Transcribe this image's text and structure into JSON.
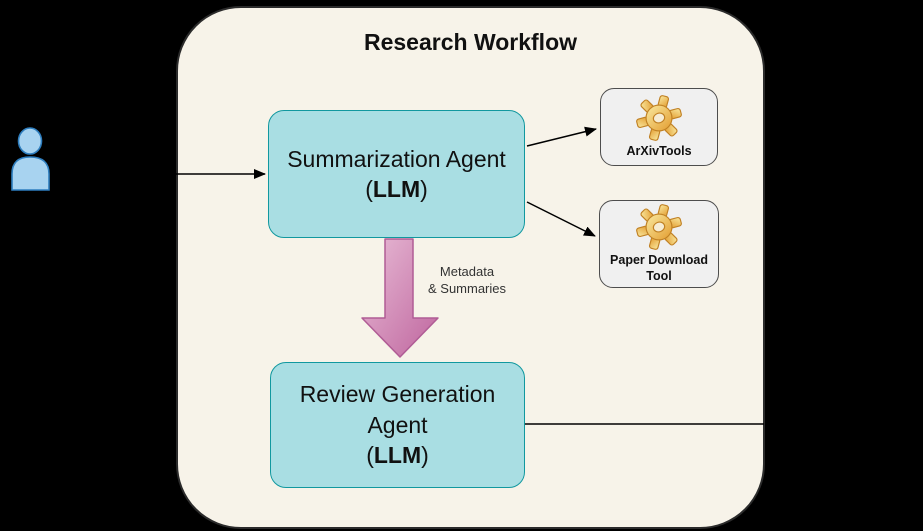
{
  "colors": {
    "background": "#000000",
    "container_fill": "#f7f3e9",
    "container_border": "#2b2b2b",
    "agent_fill": "#a9dee3",
    "agent_border": "#11989f",
    "tool_fill": "#f0f0f0",
    "tool_border": "#4d4d4d",
    "arrow_pink_light": "#e8bcd6",
    "arrow_pink_dark": "#bf659e",
    "arrow_pink_border": "#b05c95",
    "user_fill": "#a8d3f0",
    "user_border": "#2e7ebf",
    "gear_gold_light": "#f9e9a0",
    "gear_gold_dark": "#e39c2f",
    "connector": "#000000",
    "text": "#111111"
  },
  "diagram": {
    "title": "Research Workflow",
    "nodes": {
      "summarization_agent": {
        "title": "Summarization Agent",
        "subtitle_open": "(",
        "subtitle_bold": "LLM",
        "subtitle_close": ")"
      },
      "review_agent": {
        "title_line1": "Review Generation",
        "title_line2": "Agent",
        "subtitle_open": "(",
        "subtitle_bold": "LLM",
        "subtitle_close": ")"
      },
      "arxiv_tools": {
        "label": "ArXivTools",
        "icon": "gear-icon"
      },
      "paper_download_tool": {
        "label_line1": "Paper Download",
        "label_line2": "Tool",
        "icon": "gear-icon"
      }
    },
    "edges": {
      "metadata_arrow_label_line1": "Metadata",
      "metadata_arrow_label_line2": "& Summaries"
    },
    "user": {
      "icon": "user-icon"
    }
  }
}
